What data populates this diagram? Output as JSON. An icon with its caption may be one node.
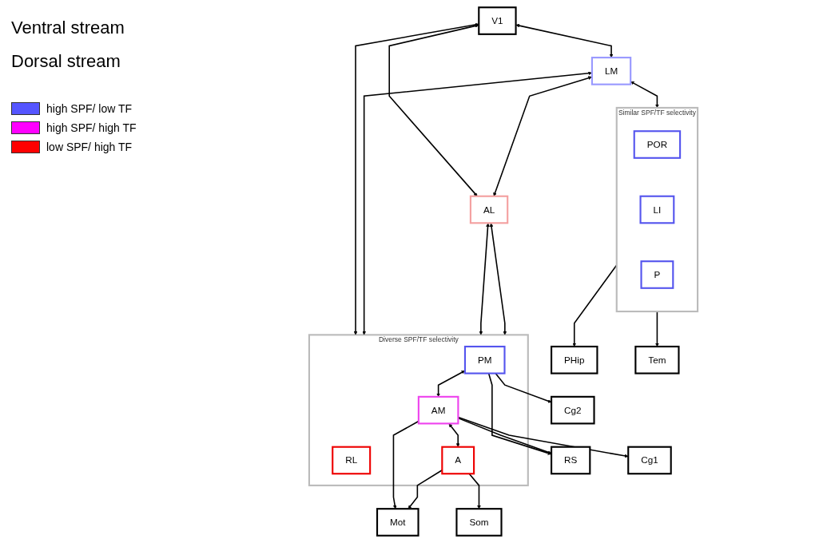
{
  "diagram": {
    "nodes": [
      {
        "text": [
          "V1"
        ]
      },
      {
        "text": [
          "LM"
        ]
      },
      {
        "text": [
          "AL"
        ]
      },
      {
        "text": [
          "Similar SPF/TF selectivity"
        ]
      },
      {
        "text": [
          "POR"
        ],
        "in": 3
      },
      {
        "text": [
          "LI"
        ],
        "in": 3
      },
      {
        "text": [
          "P"
        ],
        "in": 3
      },
      {
        "text": [
          "Diverse SPF/TF selectivity"
        ]
      },
      {
        "text": [
          "PM"
        ],
        "in": 7
      },
      {
        "text": [
          "AM"
        ],
        "in": 7
      },
      {
        "text": [
          "RL"
        ],
        "in": 7
      },
      {
        "text": [
          "A"
        ],
        "in": 7
      },
      {
        "text": [
          "RS"
        ]
      },
      {
        "text": [
          "Mot"
        ]
      },
      {
        "text": [
          "PHip"
        ]
      },
      {
        "text": [
          "Tem"
        ]
      },
      {
        "text": [
          "Cg2"
        ]
      },
      {
        "text": [
          "Cg1"
        ]
      },
      {
        "text": [
          "Som"
        ]
      }
    ],
    "edges": [
      {
        "from": 0,
        "to": 1,
        "arrow": "both"
      },
      {
        "from": 0,
        "to": 7,
        "arrow": "both"
      },
      {
        "from": 0,
        "to": 2,
        "arrow": "both"
      },
      {
        "from": 1,
        "to": 2,
        "arrow": "both"
      },
      {
        "from": 1,
        "to": 3,
        "arrow": "both"
      },
      {
        "from": 1,
        "to": 7,
        "arrow": "both"
      },
      {
        "from": 2,
        "to": 7,
        "arrow": "both"
      },
      {
        "from": 2,
        "to": 7,
        "arrow": "both"
      },
      {
        "from": 8,
        "to": 9,
        "arrow": "both"
      },
      {
        "from": 9,
        "to": 11,
        "arrow": "both"
      },
      {
        "from": 3,
        "to": 14,
        "arrow": "to"
      },
      {
        "from": 3,
        "to": 15,
        "arrow": "to"
      },
      {
        "from": 8,
        "to": 16,
        "arrow": "to"
      },
      {
        "from": 8,
        "to": 12,
        "arrow": "to"
      },
      {
        "from": 9,
        "to": 12,
        "arrow": "to"
      },
      {
        "from": 9,
        "to": 17,
        "arrow": "to"
      },
      {
        "from": 9,
        "to": 13,
        "arrow": "to"
      },
      {
        "from": 11,
        "to": 13,
        "arrow": "to"
      },
      {
        "from": 11,
        "to": 18,
        "arrow": "to"
      }
    ],
    "labels": [
      "Ventral stream",
      "Dorsal stream"
    ],
    "legend": [
      {
        "text": "high SPF/ low TF",
        "color": "#5555ff"
      },
      {
        "text": "high SPF/ high TF",
        "color": "#ff00ff"
      },
      {
        "text": "low SPF/ high TF",
        "color": "#ff0000"
      }
    ]
  }
}
